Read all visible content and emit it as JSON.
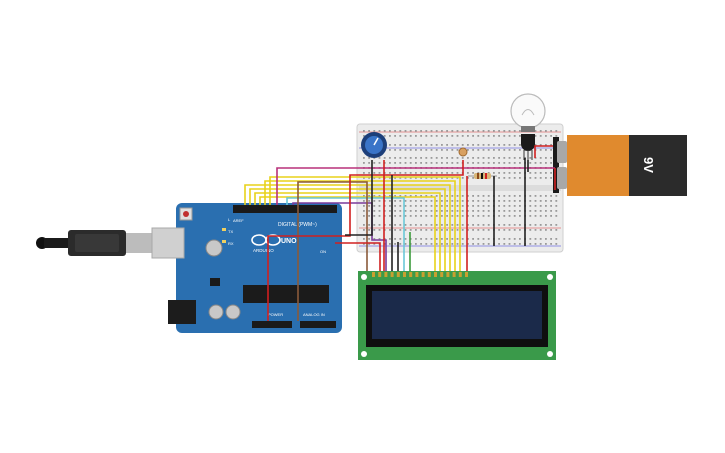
{
  "arduino": {
    "brand": "ARDUINO",
    "model": "UNO",
    "digital_label": "DIGITAL (PWM~)",
    "power_label": "POWER",
    "analog_label": "ANALOG IN",
    "aref": "AREF",
    "tx": "TX",
    "rx": "RX",
    "on_label": "ON",
    "l_label": "L"
  },
  "battery": {
    "label": "9V"
  },
  "colors": {
    "arduino_board": "#2a6fb0",
    "breadboard": "#eeeeee",
    "lcd_pcb": "#3a9a4a",
    "lcd_screen": "#1b2a4a",
    "battery_body": "#2b2b2b",
    "battery_cap": "#e08a2e",
    "wire_yellow": "#e8d21a",
    "wire_magenta": "#b8307a",
    "wire_red": "#d02020",
    "wire_black": "#222222",
    "wire_brown": "#8a5a3a",
    "wire_cyan": "#6ac8d8",
    "wire_purple": "#7a3a9a",
    "wire_green": "#3a9a3a"
  }
}
